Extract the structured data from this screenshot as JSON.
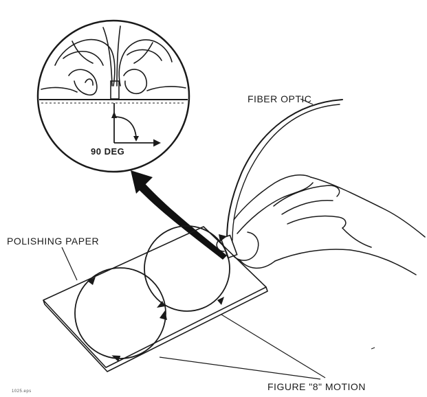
{
  "labels": {
    "fiber_optic": "FIBER OPTIC",
    "polishing_paper": "POLISHING PAPER",
    "figure_motion": "FIGURE \"8\" MOTION",
    "angle": "90 DEG",
    "file_name": "1025.eps"
  },
  "colors": {
    "line": "#1a1a1a",
    "background": "#ffffff"
  }
}
